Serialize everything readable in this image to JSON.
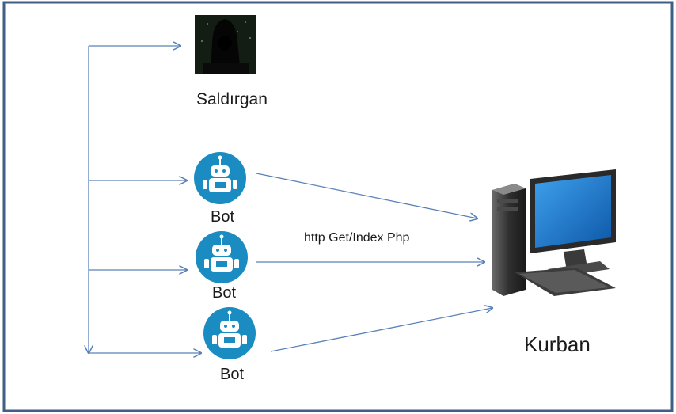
{
  "diagram": {
    "attacker": {
      "label": "Saldırgan",
      "icon": "hooded-hacker-icon"
    },
    "bots": [
      {
        "label": "Bot",
        "icon": "robot-icon"
      },
      {
        "label": "Bot",
        "icon": "robot-icon"
      },
      {
        "label": "Bot",
        "icon": "robot-icon"
      }
    ],
    "request_label": "http Get/Index Php",
    "victim": {
      "label": "Kurban",
      "icon": "desktop-computer-icon"
    }
  },
  "colors": {
    "frame": "#3f5f86",
    "arrow": "#5b82b8",
    "bot_circle": "#1b8cc1",
    "monitor_screen": "#1a6fc0"
  }
}
